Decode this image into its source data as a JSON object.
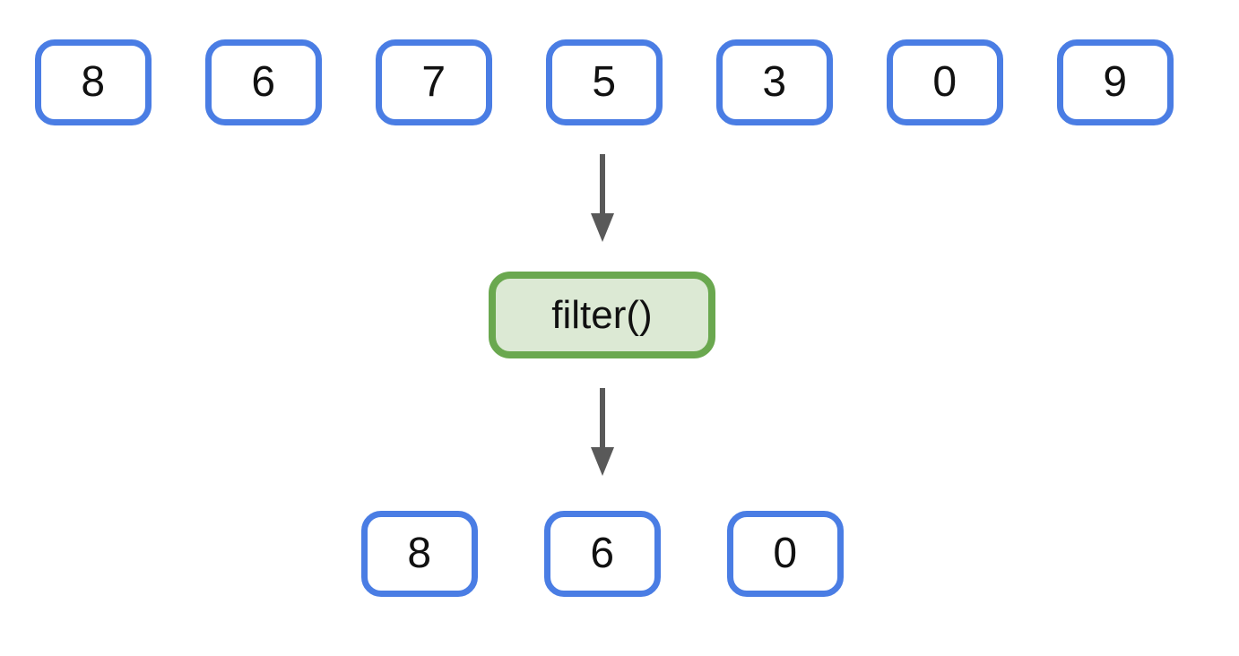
{
  "diagram": {
    "input_values": [
      "8",
      "6",
      "7",
      "5",
      "3",
      "0",
      "9"
    ],
    "operation": {
      "label": "filter()"
    },
    "output_values": [
      "8",
      "6",
      "0"
    ],
    "icons": {
      "arrow_1": "down-arrow",
      "arrow_2": "down-arrow"
    },
    "colors": {
      "box_border": "#4A7DE4",
      "operation_border": "#6AA84F",
      "operation_fill": "#DCE9D4",
      "arrow": "#595959",
      "text": "#111111",
      "canvas_bg": "#FFFFFF"
    }
  }
}
